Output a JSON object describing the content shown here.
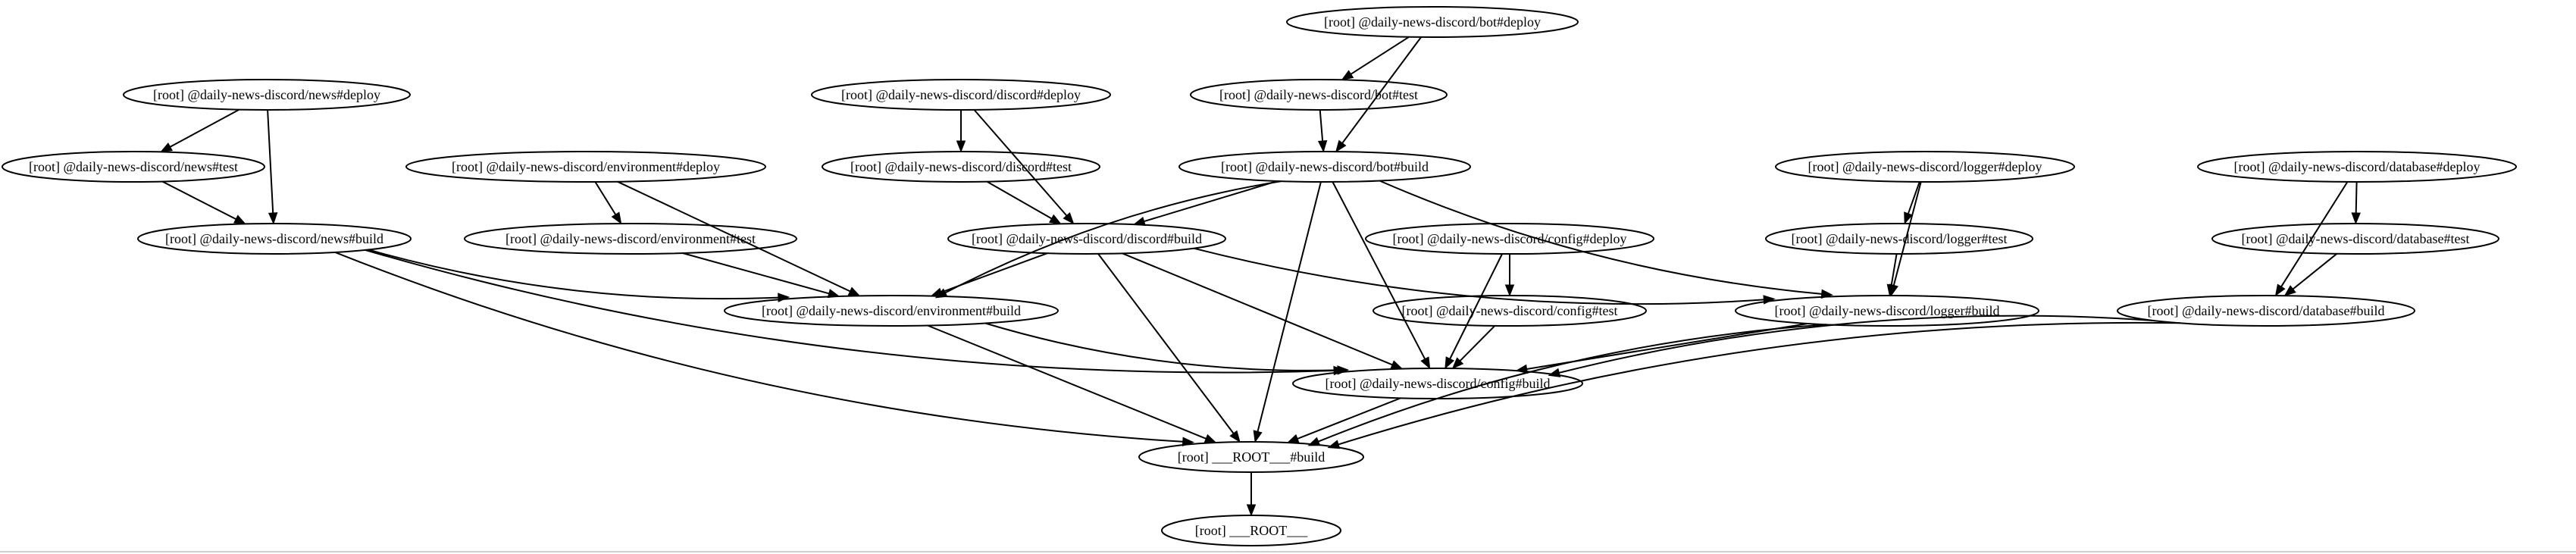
{
  "graph": {
    "nodes": [
      {
        "id": "bot-deploy",
        "label": "[root] @daily-news-discord/bot#deploy"
      },
      {
        "id": "news-deploy",
        "label": "[root] @daily-news-discord/news#deploy"
      },
      {
        "id": "discord-deploy",
        "label": "[root] @daily-news-discord/discord#deploy"
      },
      {
        "id": "bot-test",
        "label": "[root] @daily-news-discord/bot#test"
      },
      {
        "id": "news-test",
        "label": "[root] @daily-news-discord/news#test"
      },
      {
        "id": "environment-deploy",
        "label": "[root] @daily-news-discord/environment#deploy"
      },
      {
        "id": "discord-test",
        "label": "[root] @daily-news-discord/discord#test"
      },
      {
        "id": "bot-build",
        "label": "[root] @daily-news-discord/bot#build"
      },
      {
        "id": "logger-deploy",
        "label": "[root] @daily-news-discord/logger#deploy"
      },
      {
        "id": "database-deploy",
        "label": "[root] @daily-news-discord/database#deploy"
      },
      {
        "id": "news-build",
        "label": "[root] @daily-news-discord/news#build"
      },
      {
        "id": "environment-test",
        "label": "[root] @daily-news-discord/environment#test"
      },
      {
        "id": "discord-build",
        "label": "[root] @daily-news-discord/discord#build"
      },
      {
        "id": "config-deploy",
        "label": "[root] @daily-news-discord/config#deploy"
      },
      {
        "id": "logger-test",
        "label": "[root] @daily-news-discord/logger#test"
      },
      {
        "id": "database-test",
        "label": "[root] @daily-news-discord/database#test"
      },
      {
        "id": "environment-build",
        "label": "[root] @daily-news-discord/environment#build"
      },
      {
        "id": "config-test",
        "label": "[root] @daily-news-discord/config#test"
      },
      {
        "id": "logger-build",
        "label": "[root] @daily-news-discord/logger#build"
      },
      {
        "id": "database-build",
        "label": "[root] @daily-news-discord/database#build"
      },
      {
        "id": "config-build",
        "label": "[root] @daily-news-discord/config#build"
      },
      {
        "id": "root-build",
        "label": "[root] ___ROOT___#build"
      },
      {
        "id": "root",
        "label": "[root] ___ROOT___"
      }
    ],
    "edges": [
      {
        "from": "bot-deploy",
        "to": "bot-test"
      },
      {
        "from": "bot-deploy",
        "to": "bot-build"
      },
      {
        "from": "bot-test",
        "to": "bot-build"
      },
      {
        "from": "news-deploy",
        "to": "news-test"
      },
      {
        "from": "news-deploy",
        "to": "news-build"
      },
      {
        "from": "news-test",
        "to": "news-build"
      },
      {
        "from": "discord-deploy",
        "to": "discord-test"
      },
      {
        "from": "discord-deploy",
        "to": "discord-build"
      },
      {
        "from": "discord-test",
        "to": "discord-build"
      },
      {
        "from": "environment-deploy",
        "to": "environment-test"
      },
      {
        "from": "environment-deploy",
        "to": "environment-build"
      },
      {
        "from": "environment-test",
        "to": "environment-build"
      },
      {
        "from": "logger-deploy",
        "to": "logger-test"
      },
      {
        "from": "logger-deploy",
        "to": "logger-build"
      },
      {
        "from": "logger-test",
        "to": "logger-build"
      },
      {
        "from": "database-deploy",
        "to": "database-test"
      },
      {
        "from": "database-deploy",
        "to": "database-build"
      },
      {
        "from": "database-test",
        "to": "database-build"
      },
      {
        "from": "config-deploy",
        "to": "config-test"
      },
      {
        "from": "config-deploy",
        "to": "config-build"
      },
      {
        "from": "config-test",
        "to": "config-build"
      },
      {
        "from": "bot-build",
        "to": "discord-build"
      },
      {
        "from": "bot-build",
        "to": "environment-build"
      },
      {
        "from": "bot-build",
        "to": "config-build"
      },
      {
        "from": "bot-build",
        "to": "logger-build"
      },
      {
        "from": "bot-build",
        "to": "root-build"
      },
      {
        "from": "news-build",
        "to": "environment-build"
      },
      {
        "from": "news-build",
        "to": "config-build"
      },
      {
        "from": "news-build",
        "to": "root-build"
      },
      {
        "from": "discord-build",
        "to": "environment-build"
      },
      {
        "from": "discord-build",
        "to": "config-build"
      },
      {
        "from": "discord-build",
        "to": "logger-build"
      },
      {
        "from": "discord-build",
        "to": "root-build"
      },
      {
        "from": "environment-build",
        "to": "config-build"
      },
      {
        "from": "environment-build",
        "to": "root-build"
      },
      {
        "from": "logger-build",
        "to": "config-build"
      },
      {
        "from": "logger-build",
        "to": "root-build"
      },
      {
        "from": "database-build",
        "to": "config-build"
      },
      {
        "from": "database-build",
        "to": "root-build"
      },
      {
        "from": "config-build",
        "to": "root-build"
      },
      {
        "from": "root-build",
        "to": "root"
      }
    ]
  }
}
